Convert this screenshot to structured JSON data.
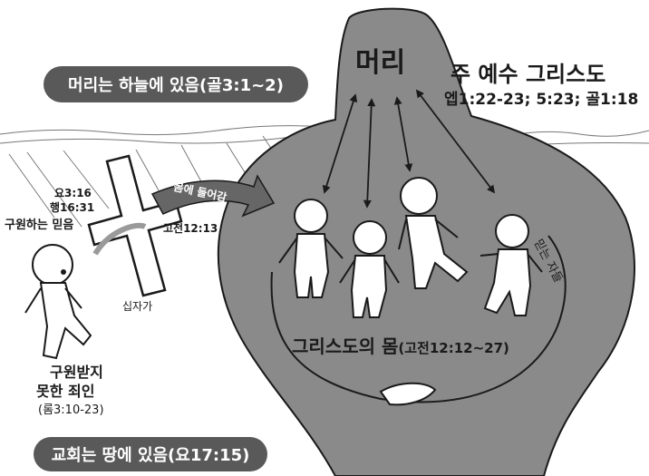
{
  "banner_top": "머리는 하늘에 있음(골3:1~2)",
  "banner_bottom": "교회는 땅에 있음(요17:15)",
  "head_label": "머리",
  "lord_title": "주 예수 그리스도",
  "lord_refs": "엡1:22-23; 5:23; 골1:18",
  "cross_refs_1": "요3:16",
  "cross_refs_2": "행16:31",
  "saving_faith": "구원하는 믿음",
  "arrow_label": "몸에 들어감",
  "arrow_ref": "고전12:13",
  "cross_label": "십자가",
  "unsaved_1": "구원받지",
  "unsaved_2": "못한 죄인",
  "unsaved_ref": "(롬3:10-23)",
  "believers_label": "믿는 자들",
  "body_title": "그리스도의 몸",
  "body_ref": "(고전12:12~27)",
  "colors": {
    "body_fill": "#8a8a8a",
    "banner_fill": "#595959",
    "arrow_fill": "#666666"
  }
}
